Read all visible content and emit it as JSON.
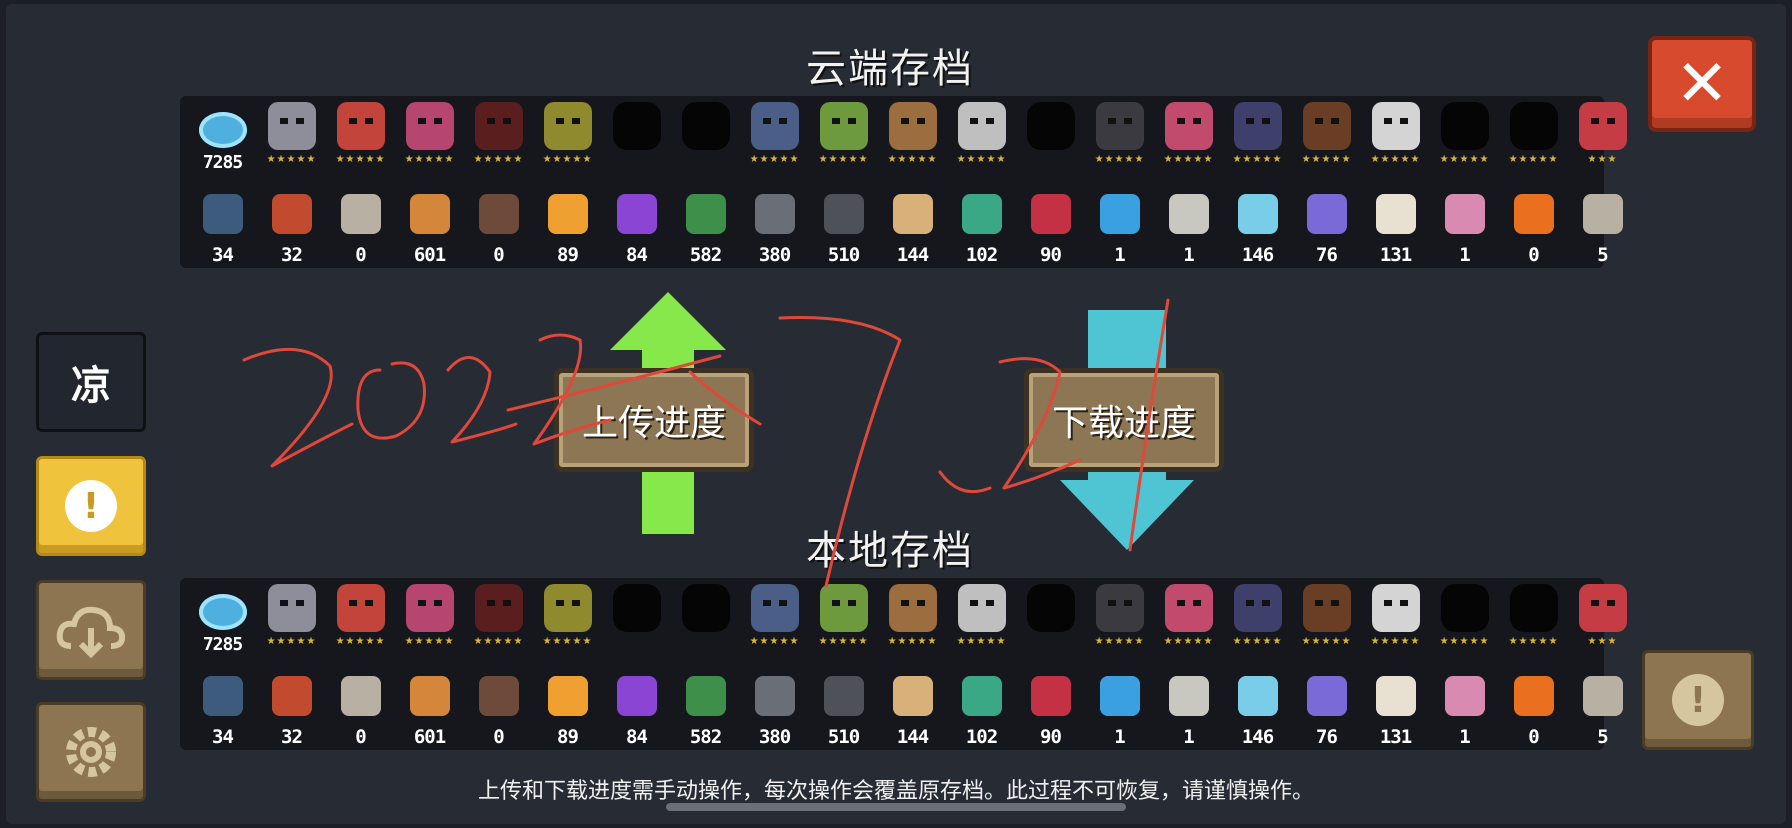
{
  "cloud_title": "云端存档",
  "local_title": "本地存档",
  "gems": "7285",
  "upload_label": "上传进度",
  "download_label": "下载进度",
  "notice": "上传和下载进度需手动操作，每次操作会覆盖原存档。此过程不可恢复，请谨慎操作。",
  "close_symbol": "✕",
  "side_buttons": {
    "cool_label": "凉",
    "alert_symbol": "!",
    "bottom_alert_symbol": "!"
  },
  "heroes": [
    {
      "name": "knight",
      "color": "#8e8e9b",
      "hidden": false,
      "stars": "★★★★★"
    },
    {
      "name": "rogue",
      "color": "#c2443a",
      "hidden": false,
      "stars": "★★★★★"
    },
    {
      "name": "wizard",
      "color": "#b6456f",
      "hidden": false,
      "stars": "★★★★★"
    },
    {
      "name": "assassin",
      "color": "#5a1e1e",
      "hidden": false,
      "stars": "★★★★★"
    },
    {
      "name": "robot",
      "color": "#8f8a2e",
      "hidden": false,
      "stars": "★★★★★"
    },
    {
      "name": "locked-1",
      "color": "#000",
      "hidden": true,
      "stars": ""
    },
    {
      "name": "locked-2",
      "color": "#000",
      "hidden": true,
      "stars": ""
    },
    {
      "name": "paladin",
      "color": "#4a5e88",
      "hidden": false,
      "stars": "★★★★★"
    },
    {
      "name": "elf",
      "color": "#6e9a3e",
      "hidden": false,
      "stars": "★★★★★"
    },
    {
      "name": "werewolf",
      "color": "#9c6d3f",
      "hidden": false,
      "stars": "★★★★★"
    },
    {
      "name": "priest",
      "color": "#bfbfbf",
      "hidden": false,
      "stars": "★★★★★"
    },
    {
      "name": "locked-3",
      "color": "#000",
      "hidden": true,
      "stars": ""
    },
    {
      "name": "druid",
      "color": "#3a3a40",
      "hidden": false,
      "stars": "★★★★★"
    },
    {
      "name": "berserker",
      "color": "#c24a6d",
      "hidden": false,
      "stars": "★★★★★"
    },
    {
      "name": "demon",
      "color": "#3e3f6a",
      "hidden": false,
      "stars": "★★★★★"
    },
    {
      "name": "engineer",
      "color": "#6a3e24",
      "hidden": false,
      "stars": "★★★★★"
    },
    {
      "name": "taoist",
      "color": "#d4d4d4",
      "hidden": false,
      "stars": "★★★★★"
    },
    {
      "name": "locked-4",
      "color": "#000",
      "hidden": true,
      "stars": "★★★★★"
    },
    {
      "name": "locked-5",
      "color": "#000",
      "hidden": true,
      "stars": "★★★★★"
    },
    {
      "name": "partial",
      "color": "#c63c44",
      "hidden": false,
      "stars": "★★★"
    }
  ],
  "items": [
    {
      "name": "fish-coin-icon",
      "color": "#3d5b7c",
      "count": "34"
    },
    {
      "name": "card-icon",
      "color": "#c24a2e",
      "count": "32"
    },
    {
      "name": "scroll-icon",
      "color": "#b8b0a2",
      "count": "0"
    },
    {
      "name": "cookie-icon",
      "color": "#d4873a",
      "count": "601"
    },
    {
      "name": "chest-icon",
      "color": "#6e4a3a",
      "count": "0"
    },
    {
      "name": "orange-star-icon",
      "color": "#f0a030",
      "count": "89"
    },
    {
      "name": "purple-star-icon",
      "color": "#8a45d4",
      "count": "84"
    },
    {
      "name": "battery-icon",
      "color": "#3d8f4a",
      "count": "582"
    },
    {
      "name": "ore-icon",
      "color": "#6a6e76",
      "count": "380"
    },
    {
      "name": "gear-icon",
      "color": "#4e5258",
      "count": "510"
    },
    {
      "name": "wood-icon",
      "color": "#d8b07a",
      "count": "144"
    },
    {
      "name": "green-leaf-icon",
      "color": "#3aa884",
      "count": "102"
    },
    {
      "name": "red-leaf-icon",
      "color": "#c43044",
      "count": "90"
    },
    {
      "name": "blue-orb-icon",
      "color": "#3aa0e0",
      "count": "1"
    },
    {
      "name": "book-icon",
      "color": "#c8c8c0",
      "count": "1"
    },
    {
      "name": "ice-crystal-icon",
      "color": "#7acde8",
      "count": "146"
    },
    {
      "name": "violet-crystal-icon",
      "color": "#7a6ad8",
      "count": "76"
    },
    {
      "name": "sack-icon",
      "color": "#e8e0d0",
      "count": "131"
    },
    {
      "name": "pink-box-icon",
      "color": "#d88ab0",
      "count": "1"
    },
    {
      "name": "carrot-icon",
      "color": "#e8701e",
      "count": "0"
    },
    {
      "name": "partial-item-icon",
      "color": "#b8b0a2",
      "count": "5"
    }
  ]
}
